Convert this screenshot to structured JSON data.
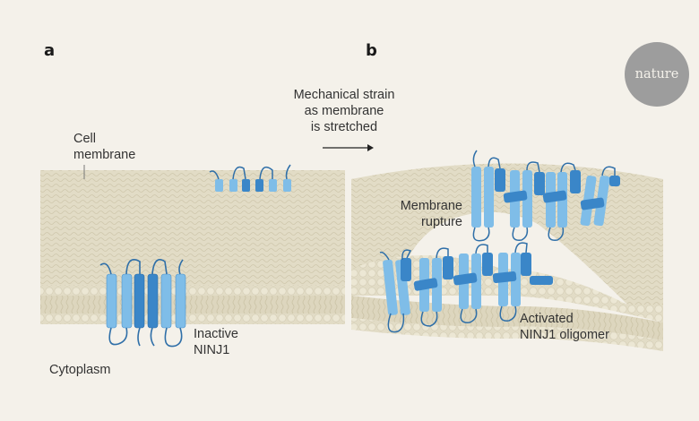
{
  "panels": {
    "a": "a",
    "b": "b"
  },
  "logo": "nature",
  "labels": {
    "cell_membrane_1": "Cell",
    "cell_membrane_2": "membrane",
    "cytoplasm": "Cytoplasm",
    "inactive_1": "Inactive",
    "inactive_2": "NINJ1",
    "strain_1": "Mechanical strain",
    "strain_2": "as membrane",
    "strain_3": "is stretched",
    "rupture_1": "Membrane",
    "rupture_2": "rupture",
    "activated_1": "Activated",
    "activated_2": "NINJ1 oligomer"
  },
  "colors": {
    "background": "#f4f1ea",
    "membrane": "#e2dcc6",
    "lipid_head": "#ece7d4",
    "helix_light": "#7fbde8",
    "helix_dark": "#3a86c8",
    "loop": "#2f6fa8"
  }
}
